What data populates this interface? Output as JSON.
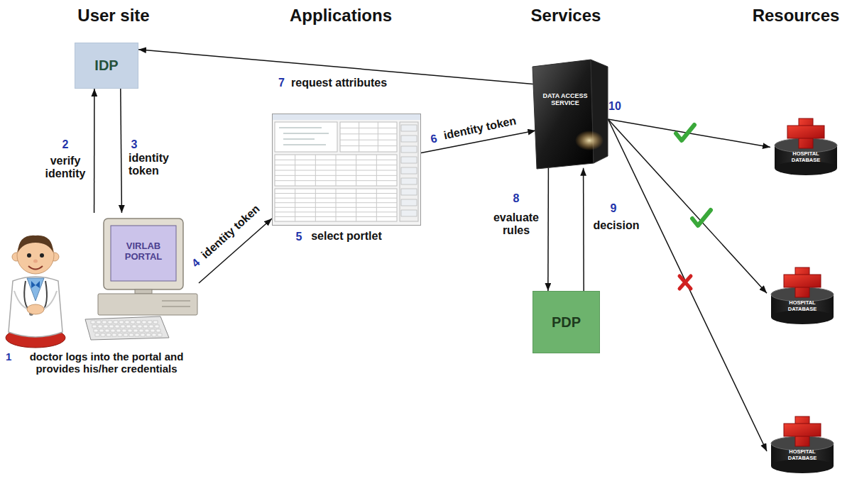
{
  "diagram": {
    "nodes": [
      {
        "text": [
          "IDP"
        ]
      },
      {
        "text": [
          "VIRLAB PORTAL"
        ]
      },
      {
        "text": [
          "select portlet"
        ]
      },
      {
        "text": [
          "DATA ACCESS SERVICE"
        ]
      },
      {
        "text": [
          "PDP"
        ]
      },
      {
        "text": [
          "HOSPITAL DATABASE"
        ]
      },
      {
        "text": [
          "HOSPITAL DATABASE"
        ]
      },
      {
        "text": [
          "HOSPITAL DATABASE"
        ]
      }
    ],
    "edges": [
      {
        "from": 1,
        "to": 0,
        "arrow": "to",
        "label": "verify identity"
      },
      {
        "from": 0,
        "to": 1,
        "arrow": "to",
        "label": "identity token"
      },
      {
        "from": 1,
        "to": 2,
        "arrow": "to",
        "label": "identity token"
      },
      {
        "from": 2,
        "to": 3,
        "arrow": "to",
        "label": "identity token"
      },
      {
        "from": 3,
        "to": 0,
        "arrow": "to",
        "label": "request attributes"
      },
      {
        "from": 3,
        "to": 4,
        "arrow": "to",
        "label": "evaluate rules"
      },
      {
        "from": 4,
        "to": 3,
        "arrow": "to",
        "label": "decision"
      },
      {
        "from": 3,
        "to": 5,
        "arrow": "to"
      },
      {
        "from": 3,
        "to": 6,
        "arrow": "to"
      },
      {
        "from": 3,
        "to": 7,
        "arrow": "to"
      }
    ],
    "labels": [
      "User site",
      "Applications",
      "Services",
      "Resources",
      "1",
      "doctor logs into the portal and provides his/her credentials",
      "2",
      "3",
      "4",
      "5",
      "6",
      "7",
      "8",
      "9",
      "10"
    ]
  }
}
